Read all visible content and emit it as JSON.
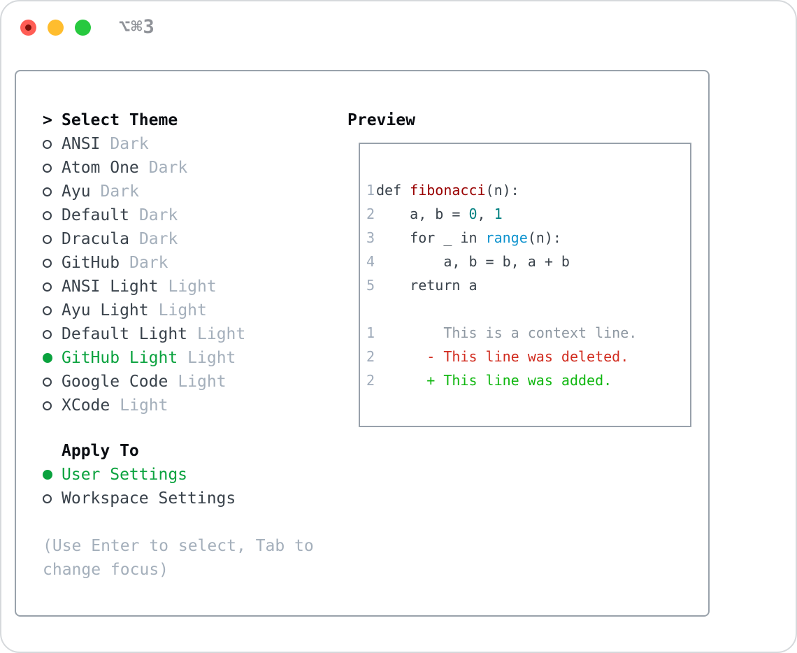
{
  "titlebar": {
    "shortcut_label": "⌥⌘3"
  },
  "colors": {
    "accent_green": "#0aa23e",
    "diff_added_green": "#10b710",
    "diff_deleted_red": "#d12c1f",
    "code_function_red": "#990000",
    "code_number_teal": "#008080",
    "code_builtin_blue": "#0f93ce",
    "muted_gray": "#a4afbb",
    "text_dark": "#39424b"
  },
  "theme_panel": {
    "prompt": ">",
    "title": "Select Theme",
    "items": [
      {
        "name": "ANSI",
        "variant": "Dark",
        "selected": false
      },
      {
        "name": "Atom One",
        "variant": "Dark",
        "selected": false
      },
      {
        "name": "Ayu",
        "variant": "Dark",
        "selected": false
      },
      {
        "name": "Default",
        "variant": "Dark",
        "selected": false
      },
      {
        "name": "Dracula",
        "variant": "Dark",
        "selected": false
      },
      {
        "name": "GitHub",
        "variant": "Dark",
        "selected": false
      },
      {
        "name": "ANSI Light",
        "variant": "Light",
        "selected": false
      },
      {
        "name": "Ayu Light",
        "variant": "Light",
        "selected": false
      },
      {
        "name": "Default Light",
        "variant": "Light",
        "selected": false
      },
      {
        "name": "GitHub Light",
        "variant": "Light",
        "selected": true
      },
      {
        "name": "Google Code",
        "variant": "Light",
        "selected": false
      },
      {
        "name": "XCode",
        "variant": "Light",
        "selected": false
      }
    ]
  },
  "apply_panel": {
    "title": "Apply To",
    "options": [
      {
        "label": "User Settings",
        "selected": true
      },
      {
        "label": "Workspace Settings",
        "selected": false
      }
    ]
  },
  "hint": {
    "text": "(Use Enter to select, Tab to change focus)"
  },
  "preview": {
    "title": "Preview",
    "code": [
      {
        "num": "1",
        "kind": "code-line",
        "tokens": [
          [
            "k",
            "def "
          ],
          [
            "t",
            "fibonacci"
          ],
          [
            "p",
            "(n):"
          ]
        ]
      },
      {
        "num": "2",
        "kind": "code-line",
        "tokens": [
          [
            "p",
            "    a, b = "
          ],
          [
            "n",
            "0"
          ],
          [
            "p",
            ", "
          ],
          [
            "n",
            "1"
          ]
        ]
      },
      {
        "num": "3",
        "kind": "code-line",
        "tokens": [
          [
            "p",
            "    for _ in "
          ],
          [
            "b",
            "range"
          ],
          [
            "p",
            "(n):"
          ]
        ]
      },
      {
        "num": "4",
        "kind": "code-line",
        "tokens": [
          [
            "p",
            "        a, b = b, a + b"
          ]
        ]
      },
      {
        "num": "5",
        "kind": "code-line",
        "tokens": [
          [
            "p",
            "    return a"
          ]
        ]
      },
      {
        "num": "",
        "kind": "blank-line",
        "tokens": []
      },
      {
        "num": "1",
        "kind": "diff-context-line",
        "tokens": [
          [
            "ctx",
            "        This is a context line."
          ]
        ]
      },
      {
        "num": "2",
        "kind": "diff-deleted-line",
        "tokens": [
          [
            "del",
            "      - This line was deleted."
          ]
        ]
      },
      {
        "num": "2",
        "kind": "diff-added-line",
        "tokens": [
          [
            "add",
            "      + This line was added."
          ]
        ]
      }
    ]
  }
}
